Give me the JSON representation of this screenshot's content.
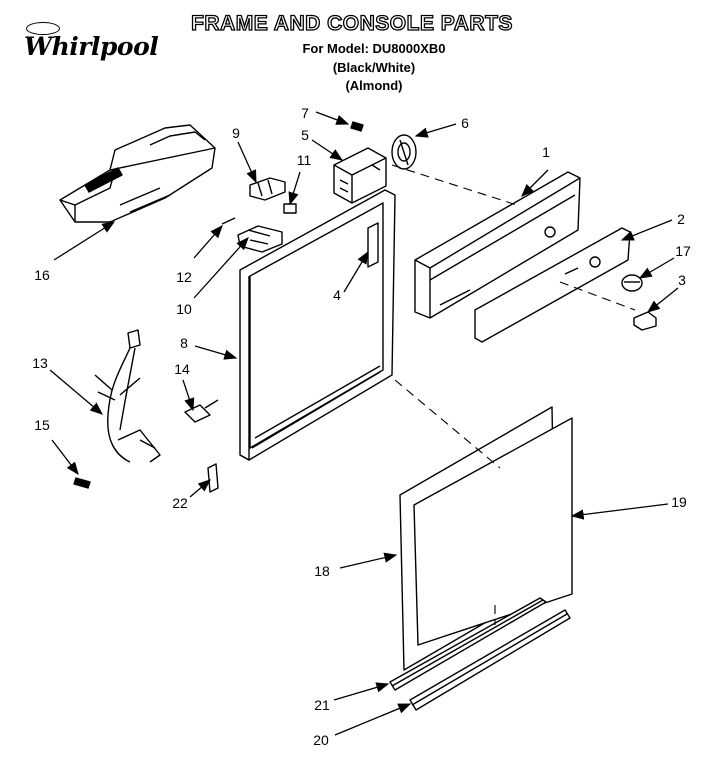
{
  "brand": {
    "name": "Whirlpool"
  },
  "header": {
    "title": "FRAME AND CONSOLE PARTS",
    "model_line": "For Model: DU8000XB0",
    "variant_1": "(Black/White)",
    "variant_2": "(Almond)"
  },
  "callouts": [
    {
      "id": "c1",
      "label": "1"
    },
    {
      "id": "c2",
      "label": "2"
    },
    {
      "id": "c3",
      "label": "3"
    },
    {
      "id": "c4",
      "label": "4"
    },
    {
      "id": "c5",
      "label": "5"
    },
    {
      "id": "c6",
      "label": "6"
    },
    {
      "id": "c7",
      "label": "7"
    },
    {
      "id": "c8",
      "label": "8"
    },
    {
      "id": "c9",
      "label": "9"
    },
    {
      "id": "c10",
      "label": "10"
    },
    {
      "id": "c11",
      "label": "11"
    },
    {
      "id": "c12",
      "label": "12"
    },
    {
      "id": "c13",
      "label": "13"
    },
    {
      "id": "c14",
      "label": "14"
    },
    {
      "id": "c15",
      "label": "15"
    },
    {
      "id": "c16",
      "label": "16"
    },
    {
      "id": "c17",
      "label": "17"
    },
    {
      "id": "c18",
      "label": "18"
    },
    {
      "id": "c19",
      "label": "19"
    },
    {
      "id": "c20",
      "label": "20"
    },
    {
      "id": "c21",
      "label": "21"
    },
    {
      "id": "c22",
      "label": "22"
    }
  ]
}
